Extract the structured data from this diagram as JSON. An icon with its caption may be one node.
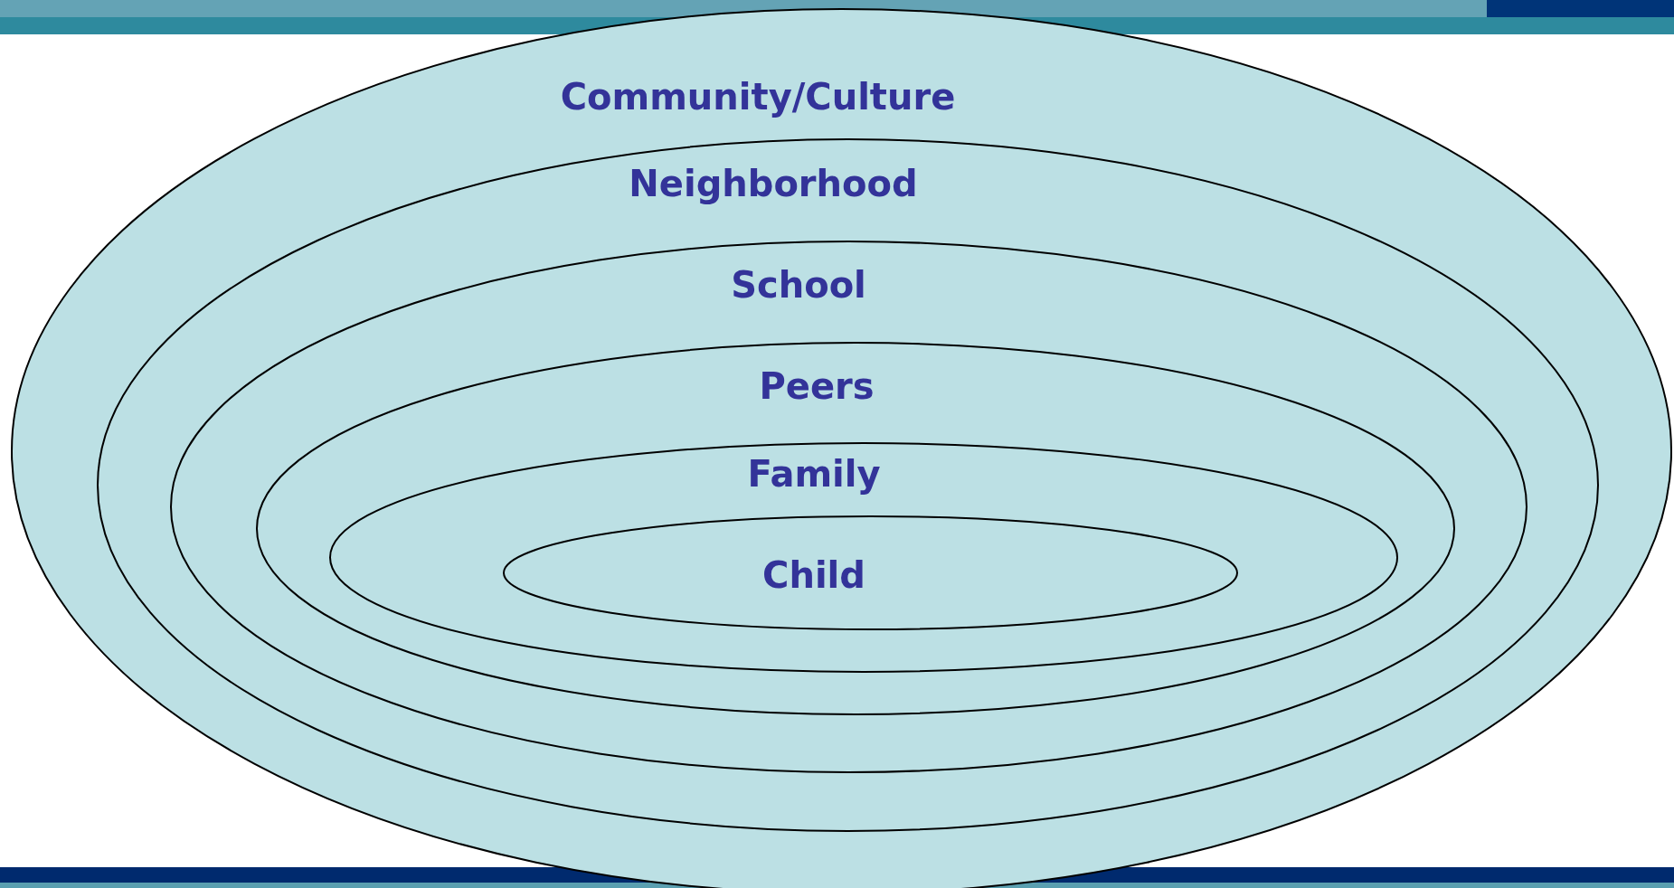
{
  "diagram": {
    "nodes": [
      {
        "text": [
          "Community/Culture"
        ]
      },
      {
        "text": [
          "Neighborhood"
        ],
        "in": 0
      },
      {
        "text": [
          "School"
        ],
        "in": 1
      },
      {
        "text": [
          "Peers"
        ],
        "in": 2
      },
      {
        "text": [
          "Family"
        ],
        "in": 3
      },
      {
        "text": [
          "Child"
        ],
        "in": 4
      }
    ]
  }
}
